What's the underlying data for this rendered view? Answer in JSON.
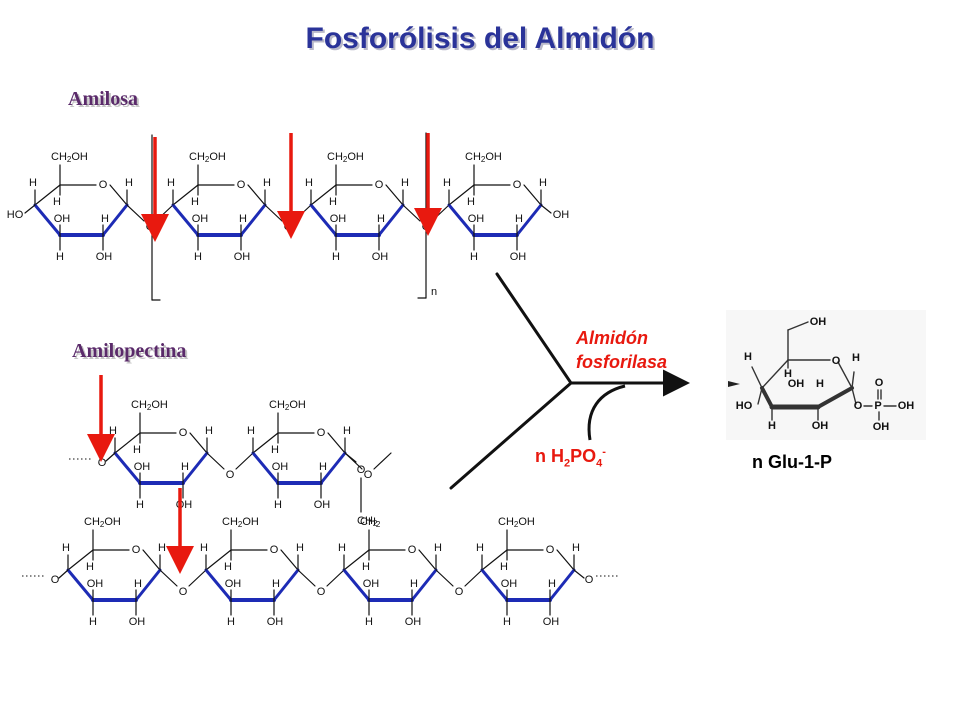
{
  "title": "Fosforólisis del Almidón",
  "amilosa_label": "Amilosa",
  "amilopectina_label": "Amilopectina",
  "enzyme_line1": "Almidón",
  "enzyme_line2": "fosforilasa",
  "phosphate": {
    "coef": "n H",
    "sub1": "2",
    "mid": "PO",
    "sub2": "4",
    "charge": "-"
  },
  "product_label": "n Glu-1-P",
  "ring_atoms": {
    "ch2oh": "CH2OH",
    "h": "H",
    "oh": "OH",
    "o": "O",
    "ho": "HO",
    "ch2": "CH2",
    "n": "n"
  },
  "product_atoms": {
    "oh": "OH",
    "h": "H",
    "ho": "HO",
    "o": "O",
    "p": "P"
  },
  "colors": {
    "title": "#2a3399",
    "accent": "#e8190f",
    "bond_bold": "#1d2bb5",
    "sublabel": "#5a2a6a"
  }
}
